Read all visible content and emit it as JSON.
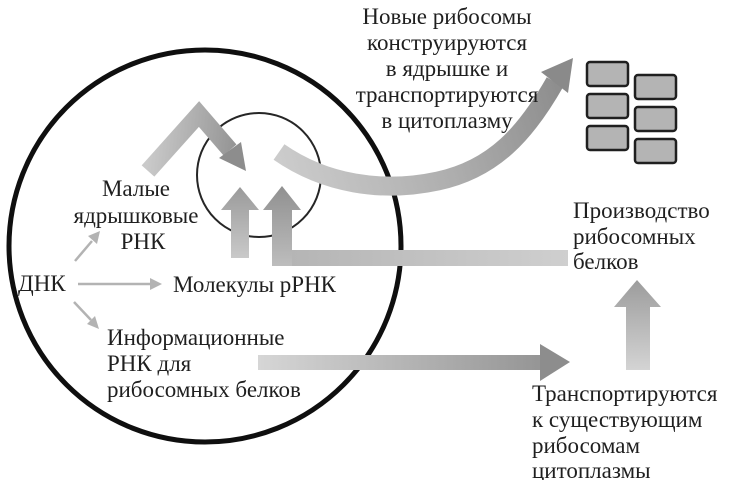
{
  "labels": {
    "top": [
      "Новые рибосомы",
      "конструируются",
      "в ядрышке и",
      "транспортируются",
      "в цитоплазму"
    ],
    "snorna": [
      "Малые",
      "ядрышковые",
      "РНК"
    ],
    "dnk": "ДНК",
    "rrna": "Молекулы рРНК",
    "mrna": [
      "Информационные",
      "РНК для",
      "рибосомных белков"
    ],
    "production": [
      "Производство",
      "рибосомных",
      "белков"
    ],
    "transport": [
      "Транспортируются",
      "к существующим",
      "рибосомам",
      "цитоплазмы"
    ]
  },
  "ribosomes": {
    "count": 6
  },
  "colors": {
    "text": "#1f1f1f",
    "outline": "#0f0f0f",
    "arrow_dark": "#8d8d8d",
    "arrow_light": "#d4d4d4",
    "thin_arrow": "#b3b3b3",
    "ribosome_fill": "#b4b4b4",
    "ribosome_stroke": "#1f1f1f"
  }
}
